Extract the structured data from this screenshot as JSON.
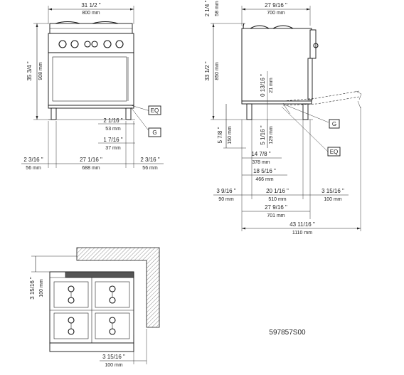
{
  "front_view": {
    "width_in": "31 1/2 \"",
    "width_mm": "800 mm",
    "height_in": "35 3/4 \"",
    "height_mm": "908 mm",
    "eq_label": "EQ",
    "g_label": "G",
    "dim_a_in": "2 1/16 \"",
    "dim_a_mm": "53 mm",
    "dim_b_in": "1 7/16 \"",
    "dim_b_mm": "37 mm",
    "left_in": "2 3/16 \"",
    "left_mm": "56 mm",
    "center_in": "27 1/16 \"",
    "center_mm": "688 mm",
    "right_in": "2 3/16 \"",
    "right_mm": "56 mm"
  },
  "side_view": {
    "top_in": "2 1/4 \"",
    "top_mm": "58 mm",
    "depth_in": "27 9/16 \"",
    "depth_mm": "700 mm",
    "height_in": "33 1/2 \"",
    "height_mm": "850 mm",
    "d1_in": "0 13/16 \"",
    "d1_mm": "21 mm",
    "g_label": "G",
    "eq_label": "EQ",
    "leg_in": "5 7/8 \"",
    "leg_mm": "150 mm",
    "d2_in": "5 1/16 \"",
    "d2_mm": "129 mm",
    "d3_in": "14 7/8 \"",
    "d3_mm": "378 mm",
    "d4_in": "18 5/16 \"",
    "d4_mm": "466 mm",
    "left_in": "3 9/16 \"",
    "left_mm": "90 mm",
    "mid_in": "20 1/16 \"",
    "mid_mm": "510 mm",
    "right_in": "3 15/16 \"",
    "right_mm": "100 mm",
    "total_in": "27 9/16 \"",
    "total_mm": "701 mm",
    "overall_in": "43 11/16 \"",
    "overall_mm": "1110 mm"
  },
  "plan_view": {
    "side_in": "3 15/16 \"",
    "side_mm": "100 mm",
    "bottom_in": "3 15/16 \"",
    "bottom_mm": "100 mm"
  },
  "model_code": "597857S00"
}
